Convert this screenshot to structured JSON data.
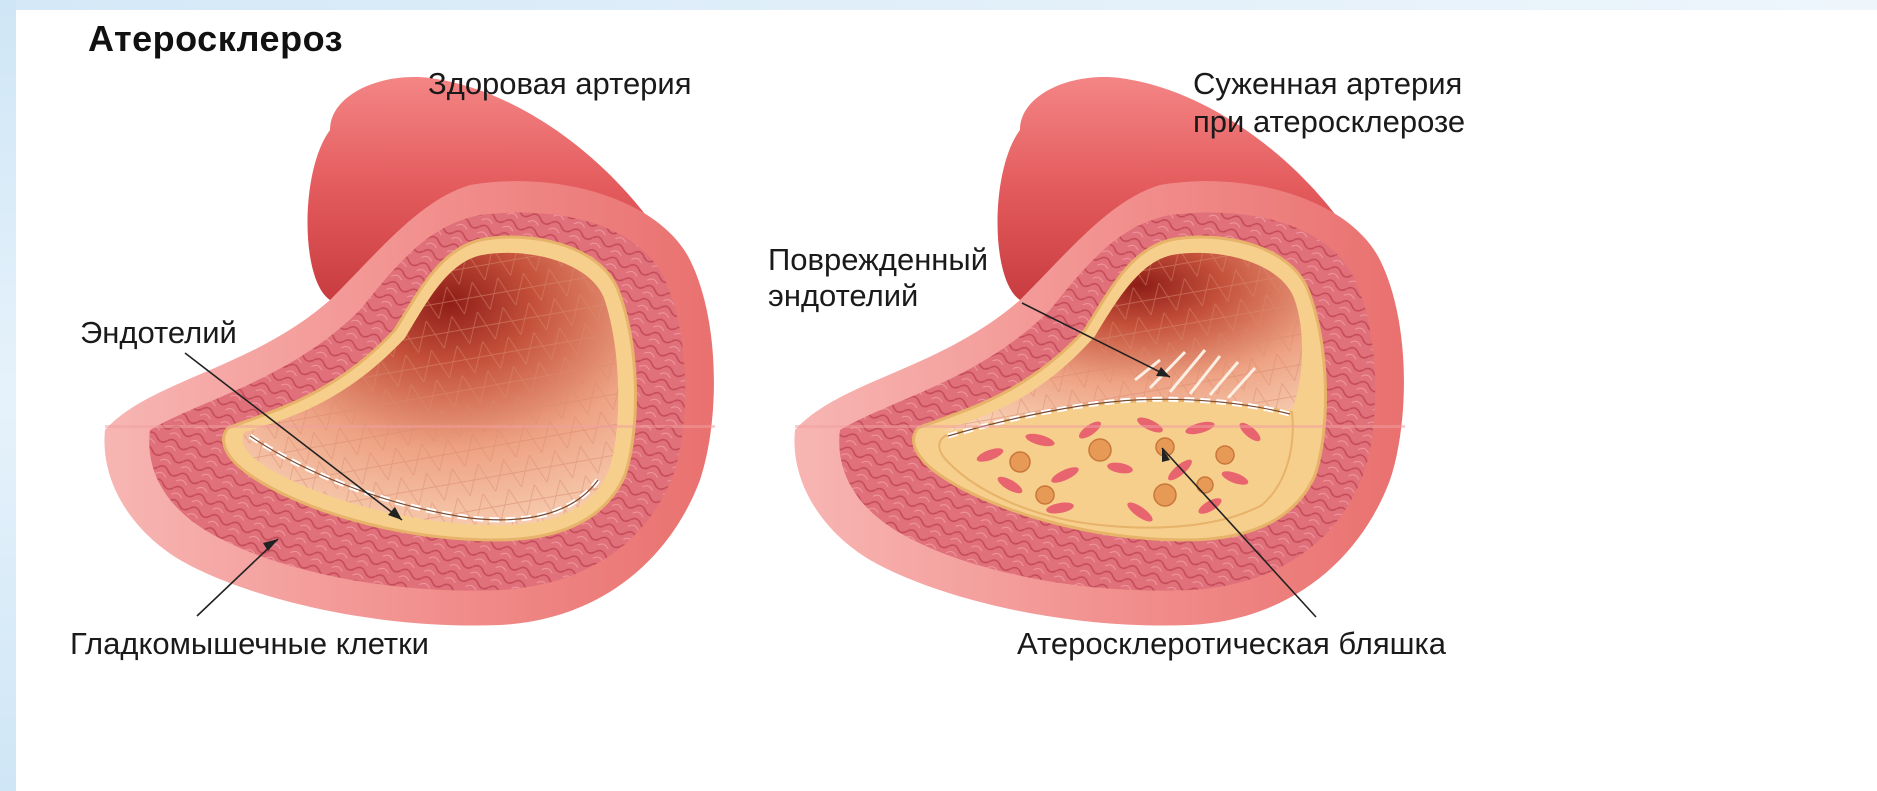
{
  "title": "Атеросклероз",
  "labels": {
    "healthy_artery": "Здоровая артерия",
    "narrowed_artery_line1": "Суженная артерия",
    "narrowed_artery_line2": "при атеросклерозе",
    "endothelium": "Эндотелий",
    "damaged_endothelium_line1": "Поврежденный",
    "damaged_endothelium_line2": "эндотелий",
    "smooth_muscle_cells": "Гладкомышечные клетки",
    "atherosclerotic_plaque": "Атеросклеротическая бляшка"
  },
  "colors": {
    "vessel_outer": "#e8585a",
    "vessel_light": "#f4a2a2",
    "vessel_dark": "#c93a3d",
    "muscle_wall": "#e2707a",
    "endothelium_band": "#f6cf8c",
    "lumen_light": "#f5c3a6",
    "lumen_dark": "#a82a22",
    "plaque": "#f6cf8c",
    "plaque_nodule": "#e79a55",
    "frame": "#cfe6f6"
  }
}
